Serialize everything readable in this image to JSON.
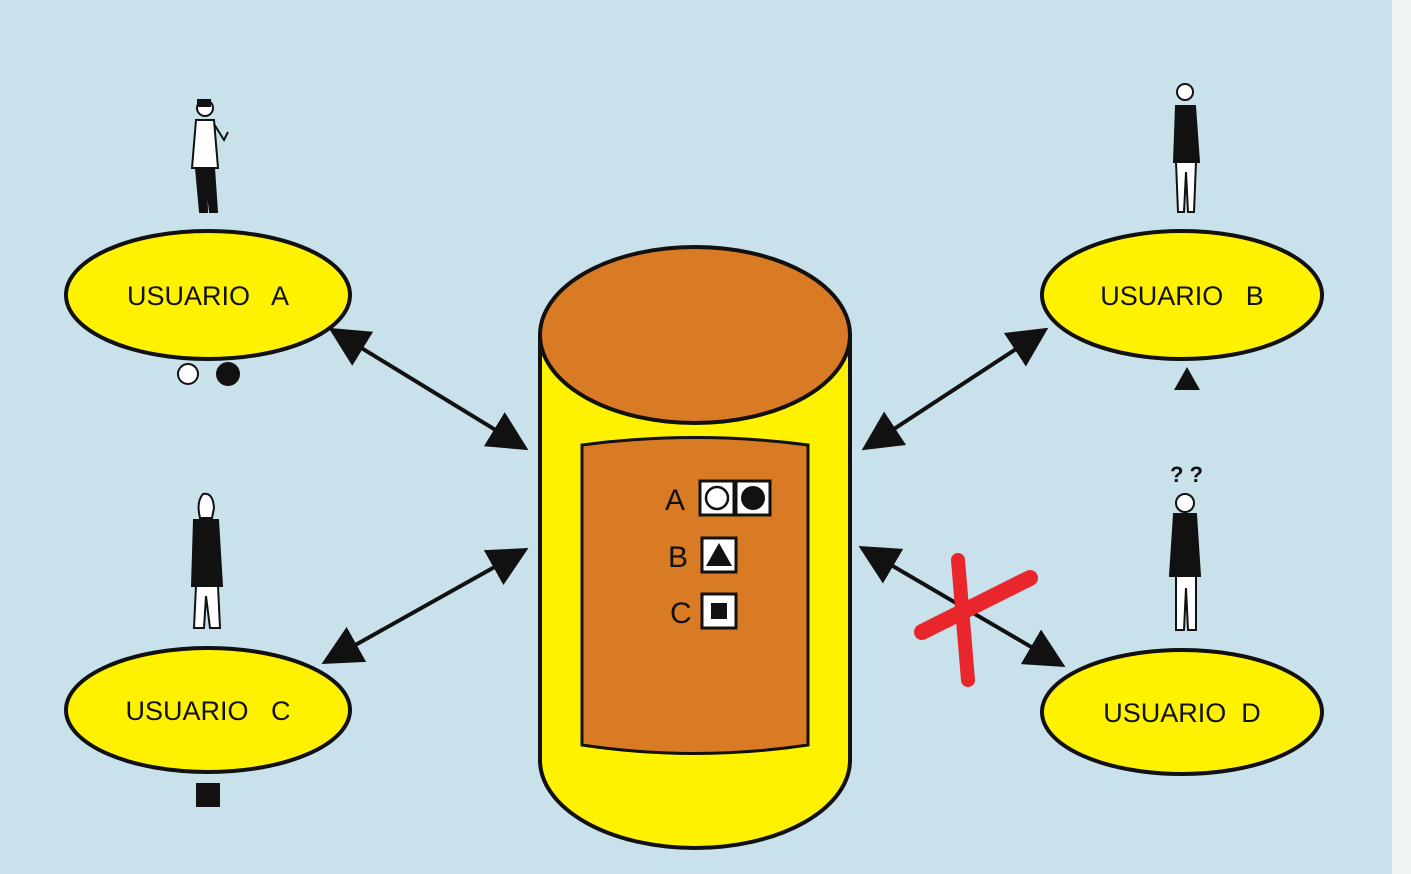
{
  "users": [
    {
      "id": "a",
      "label": "USUARIO   A",
      "symbols": [
        "open-circle",
        "filled-circle"
      ]
    },
    {
      "id": "b",
      "label": "USUARIO   B",
      "symbols": [
        "filled-triangle"
      ]
    },
    {
      "id": "c",
      "label": "USUARIO   C",
      "symbols": [
        "filled-square"
      ]
    },
    {
      "id": "d",
      "label": "USUARIO  D",
      "symbols": [],
      "access": "denied",
      "question_marks": "? ?"
    }
  ],
  "database": {
    "rows": [
      {
        "key": "A",
        "symbols": [
          "open-circle",
          "filled-circle"
        ]
      },
      {
        "key": "B",
        "symbols": [
          "filled-triangle"
        ]
      },
      {
        "key": "C",
        "symbols": [
          "filled-square"
        ]
      }
    ]
  },
  "colors": {
    "background": "#c9e1ea",
    "ellipse_fill": "#fff200",
    "cylinder_body": "#fff200",
    "cylinder_top": "#d97a24",
    "panel": "#d97a24",
    "denied_mark": "#e8262b",
    "ink": "#111111"
  }
}
